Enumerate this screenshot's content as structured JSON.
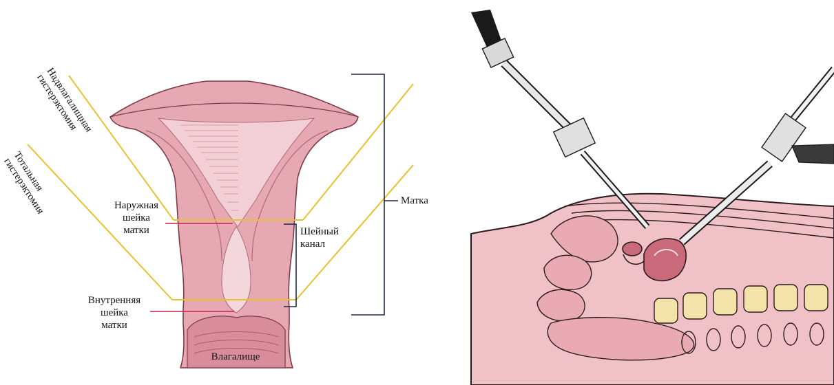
{
  "anatomy": {
    "uterus_label": "Матка",
    "cervical_canal_label": [
      "Шейный",
      "канал"
    ],
    "external_os_label": [
      "Наружная",
      "шейка",
      "матки"
    ],
    "internal_os_label": [
      "Внутренняя",
      "шейка",
      "матки"
    ],
    "vagina_label": "Влагалище",
    "supravaginal_label": [
      "Надвлагалищная",
      "гистерэктомия"
    ],
    "total_label": [
      "Тотальная",
      "гистерэктомия"
    ]
  },
  "colors": {
    "tissue": "#e6a9b4",
    "tissue_light": "#f2cfd6",
    "tissue_dark": "#c97a8a",
    "cut_line": "#e8c12e",
    "bracket": "#1f2a44",
    "pointer": "#c8204a",
    "spine": "#f3e3a8"
  }
}
